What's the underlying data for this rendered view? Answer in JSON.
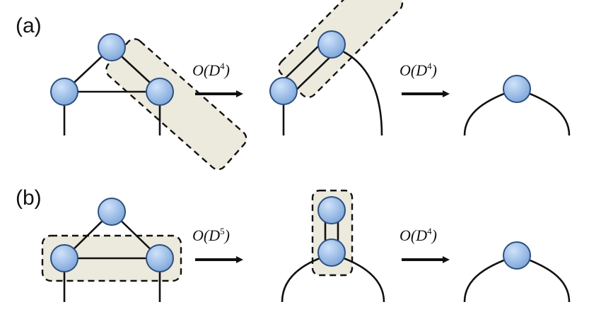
{
  "panels": [
    {
      "label": "(a)",
      "costs": [
        {
          "base": "O(D",
          "exp": "4",
          "close": ")"
        },
        {
          "base": "O(D",
          "exp": "4",
          "close": ")"
        }
      ]
    },
    {
      "label": "(b)",
      "costs": [
        {
          "base": "O(D",
          "exp": "5",
          "close": ")"
        },
        {
          "base": "O(D",
          "exp": "4",
          "close": ")"
        }
      ]
    }
  ],
  "colors": {
    "node_fill_light": "#cfe2fb",
    "node_fill_dark": "#7ea7d9",
    "node_stroke": "#2f4f7f",
    "box_fill": "#ece9dd",
    "line": "#111111"
  }
}
